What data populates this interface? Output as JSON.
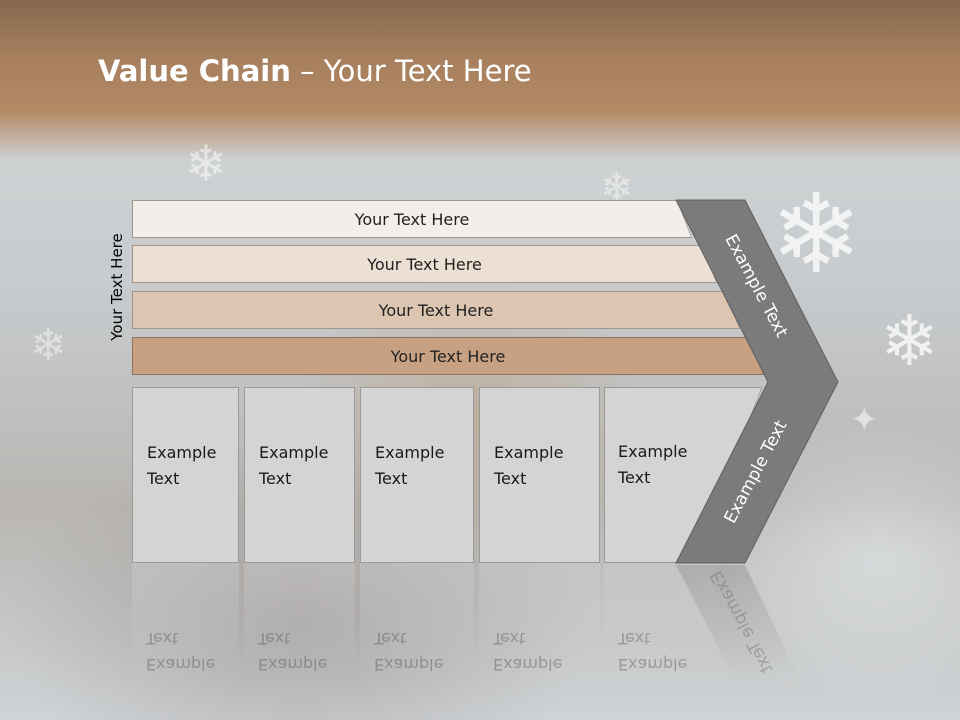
{
  "title": {
    "strong": "Value Chain",
    "rest": " – Your Text Here"
  },
  "side_label": "Your Text Here",
  "bars": [
    {
      "label": "Your Text Here",
      "color": "#f3eeea"
    },
    {
      "label": "Your Text Here",
      "color": "#ecdfd3"
    },
    {
      "label": "Your Text Here",
      "color": "#dcc6b1"
    },
    {
      "label": "Your Text Here",
      "color": "#c7a182"
    }
  ],
  "columns": [
    {
      "line1": "Example",
      "line2": "Text"
    },
    {
      "line1": "Example",
      "line2": "Text"
    },
    {
      "line1": "Example",
      "line2": "Text"
    },
    {
      "line1": "Example",
      "line2": "Text"
    },
    {
      "line1": "Example",
      "line2": "Text"
    }
  ],
  "chevron": {
    "top_label": "Example Text",
    "bottom_label": "Example Text",
    "color": "#7b7b7b"
  }
}
